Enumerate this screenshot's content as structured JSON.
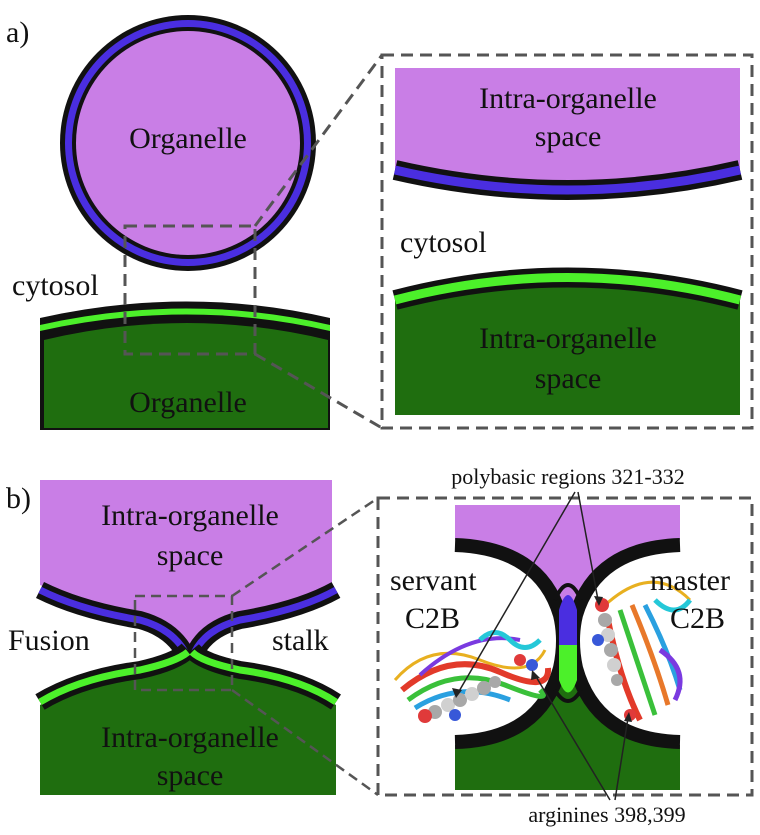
{
  "panel_a": {
    "tag": "a)",
    "organelle_top": "Organelle",
    "organelle_bottom": "Organelle",
    "cytosol_left": "cytosol",
    "inset": {
      "top_line1": "Intra-organelle",
      "top_line2": "space",
      "cytosol": "cytosol",
      "bottom_line1": "Intra-organelle",
      "bottom_line2": "space"
    }
  },
  "panel_b": {
    "tag": "b)",
    "top_line1": "Intra-organelle",
    "top_line2": "space",
    "bottom_line1": "Intra-organelle",
    "bottom_line2": "space",
    "fusion": "Fusion",
    "stalk": "stalk",
    "inset": {
      "polybasic": "polybasic regions 321-332",
      "servant": "servant",
      "servant_c2b": "C2B",
      "master": "master",
      "master_c2b": "C2B",
      "arginines": "arginines 398,399"
    }
  },
  "colors": {
    "violet": "#c97ee6",
    "blue_leaflet": "#4a2ee0",
    "green_dark": "#1f6e0f",
    "green_leaflet": "#4cf02a",
    "outline": "#111111"
  }
}
